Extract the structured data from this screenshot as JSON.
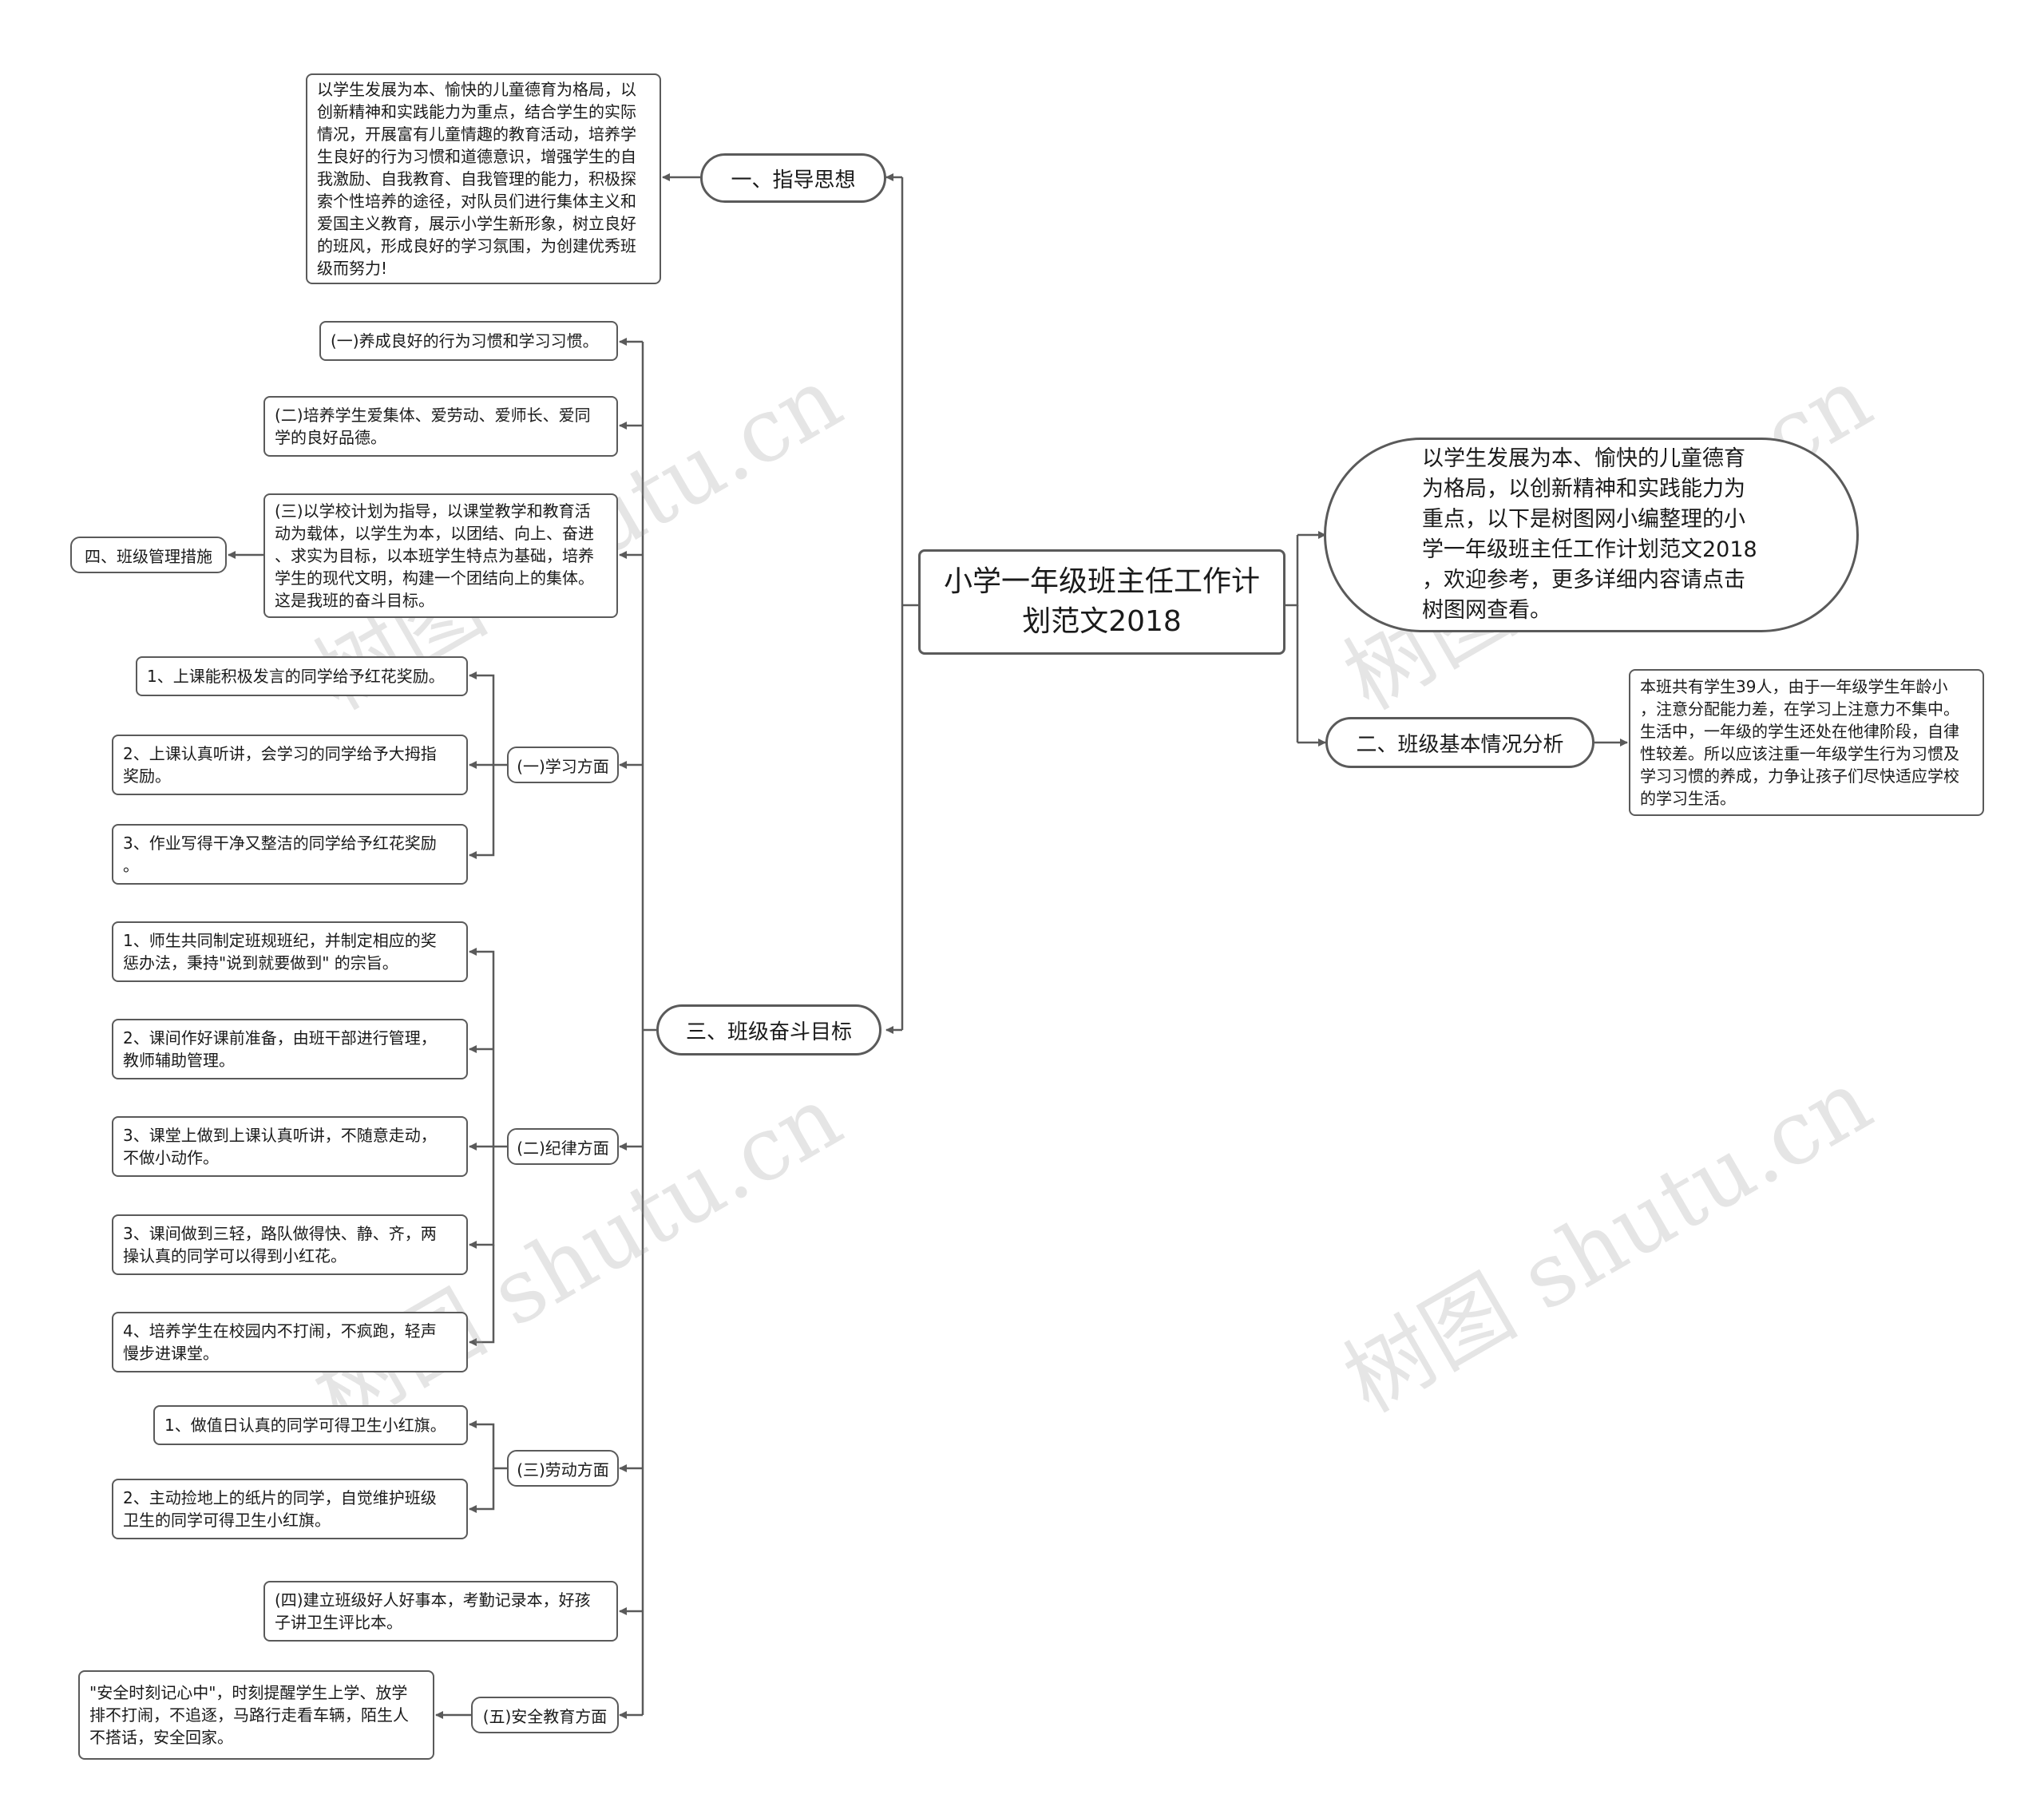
{
  "root": {
    "title": "小学一年级班主任工作计划范文2018"
  },
  "intro": {
    "text": "以学生发展为本、愉快的儿童德育\n为格局，以创新精神和实践能力为\n重点，以下是树图网小编整理的小\n学一年级班主任工作计划范文2018\n，欢迎参考，更多详细内容请点击\n树图网查看。"
  },
  "branches": {
    "guide": {
      "label": "一、指导思想",
      "detail": "以学生发展为本、愉快的儿童德育为格局，以\n创新精神和实践能力为重点，结合学生的实际\n情况，开展富有儿童情趣的教育活动，培养学\n生良好的行为习惯和道德意识，增强学生的自\n我激励、自我教育、自我管理的能力，积极探\n索个性培养的途径，对队员们进行集体主义和\n爱国主义教育，展示小学生新形象，树立良好\n的班风，形成良好的学习氛围，为创建优秀班\n级而努力!"
    },
    "analysis": {
      "label": "二、班级基本情况分析",
      "detail": "本班共有学生39人，由于一年级学生年龄小\n，注意分配能力差，在学习上注意力不集中。\n生活中，一年级的学生还处在他律阶段，自律\n性较差。所以应该注重一年级学生行为习惯及\n学习习惯的养成，力争让孩子们尽快适应学校\n的学习生活。"
    },
    "goals": {
      "label": "三、班级奋斗目标",
      "habit": "(一)养成良好的行为习惯和学习习惯。",
      "moral": "(二)培养学生爱集体、爱劳动、爱师长、爱同\n学的良好品德。",
      "plan": "(三)以学校计划为指导，以课堂教学和教育活\n动为载体，以学生为本，以团结、向上、奋进\n、求实为目标，以本班学生特点为基础，培养\n学生的现代文明，构建一个团结向上的集体。\n这是我班的奋斗目标。",
      "management": "四、班级管理措施",
      "study": {
        "label": "(一)学习方面",
        "items": [
          "1、上课能积极发言的同学给予红花奖励。",
          "2、上课认真听讲，会学习的同学给予大拇指\n奖励。",
          "3、作业写得干净又整洁的同学给予红花奖励\n。"
        ]
      },
      "discipline": {
        "label": "(二)纪律方面",
        "items": [
          "1、师生共同制定班规班纪，并制定相应的奖\n惩办法，秉持\"说到就要做到\" 的宗旨。",
          "2、课间作好课前准备，由班干部进行管理，\n教师辅助管理。",
          "3、课堂上做到上课认真听讲，不随意走动，\n不做小动作。",
          "3、课间做到三轻，路队做得快、静、齐，两\n操认真的同学可以得到小红花。",
          "4、培养学生在校园内不打闹，不疯跑，轻声\n慢步进课堂。"
        ]
      },
      "labor": {
        "label": "(三)劳动方面",
        "items": [
          "1、做值日认真的同学可得卫生小红旗。",
          "2、主动捡地上的纸片的同学，自觉维护班级\n卫生的同学可得卫生小红旗。"
        ]
      },
      "record": "(四)建立班级好人好事本，考勤记录本，好孩\n子讲卫生评比本。",
      "safety": {
        "label": "(五)安全教育方面",
        "detail": "\"安全时刻记心中\"，时刻提醒学生上学、放学\n排不打闹，不追逐，马路行走看车辆，陌生人\n不搭话，安全回家。"
      }
    }
  },
  "watermark": "树图 shutu.cn",
  "colors": {
    "line": "#5a5a5a",
    "border": "#5a5a5a",
    "watermark": "#c8c8c8"
  }
}
